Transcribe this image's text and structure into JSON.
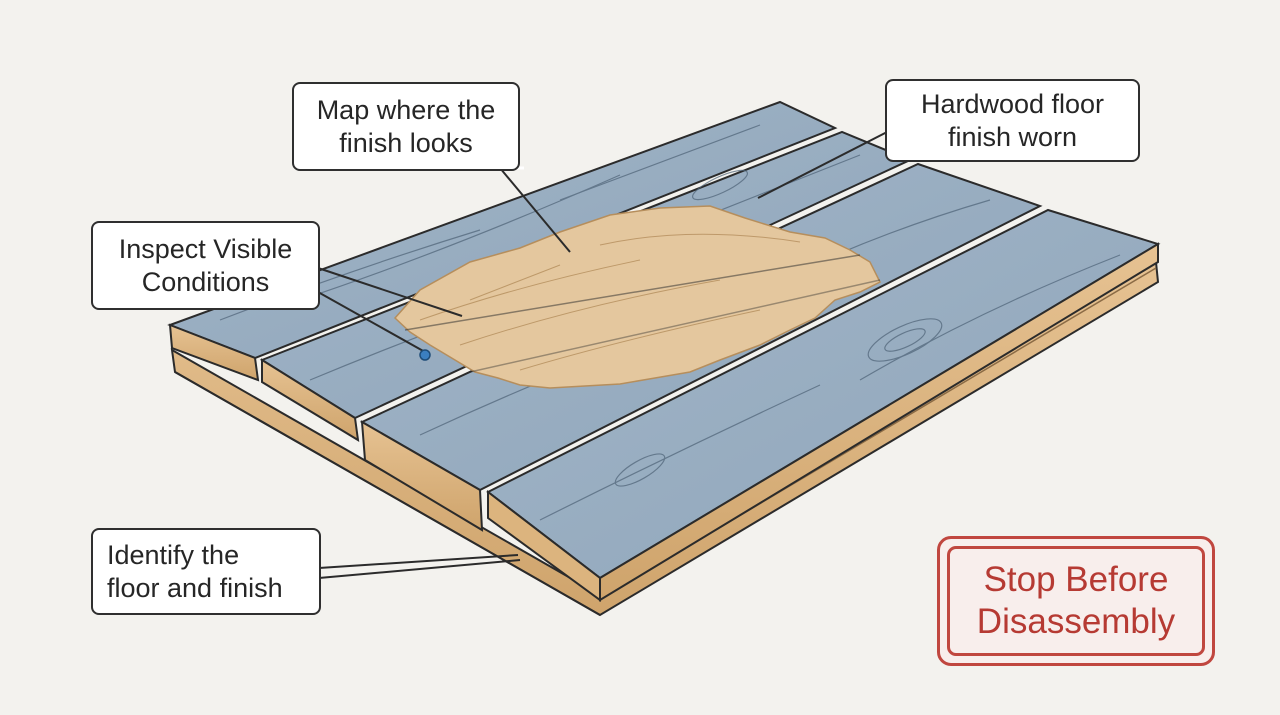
{
  "callouts": {
    "map_finish": {
      "lines": [
        "Map where the",
        "finish looks"
      ]
    },
    "hardwood": {
      "lines": [
        "Hardwood floor",
        "finish worn"
      ]
    },
    "inspect": {
      "lines": [
        "Inspect Visible",
        "Conditions"
      ]
    },
    "identify": {
      "lines": [
        "Identify the",
        "floor and finish"
      ]
    }
  },
  "stamp": {
    "lines": [
      "Stop Before",
      "Disassembly"
    ],
    "color": "#c0473f"
  },
  "colors": {
    "background": "#f3f2ee",
    "board_finish": "#8fa5ba",
    "board_finish_light": "#a9bccd",
    "raw_wood": "#e3c49a",
    "wood_edge": "#d8b27d",
    "outline": "#2b2b2b"
  }
}
